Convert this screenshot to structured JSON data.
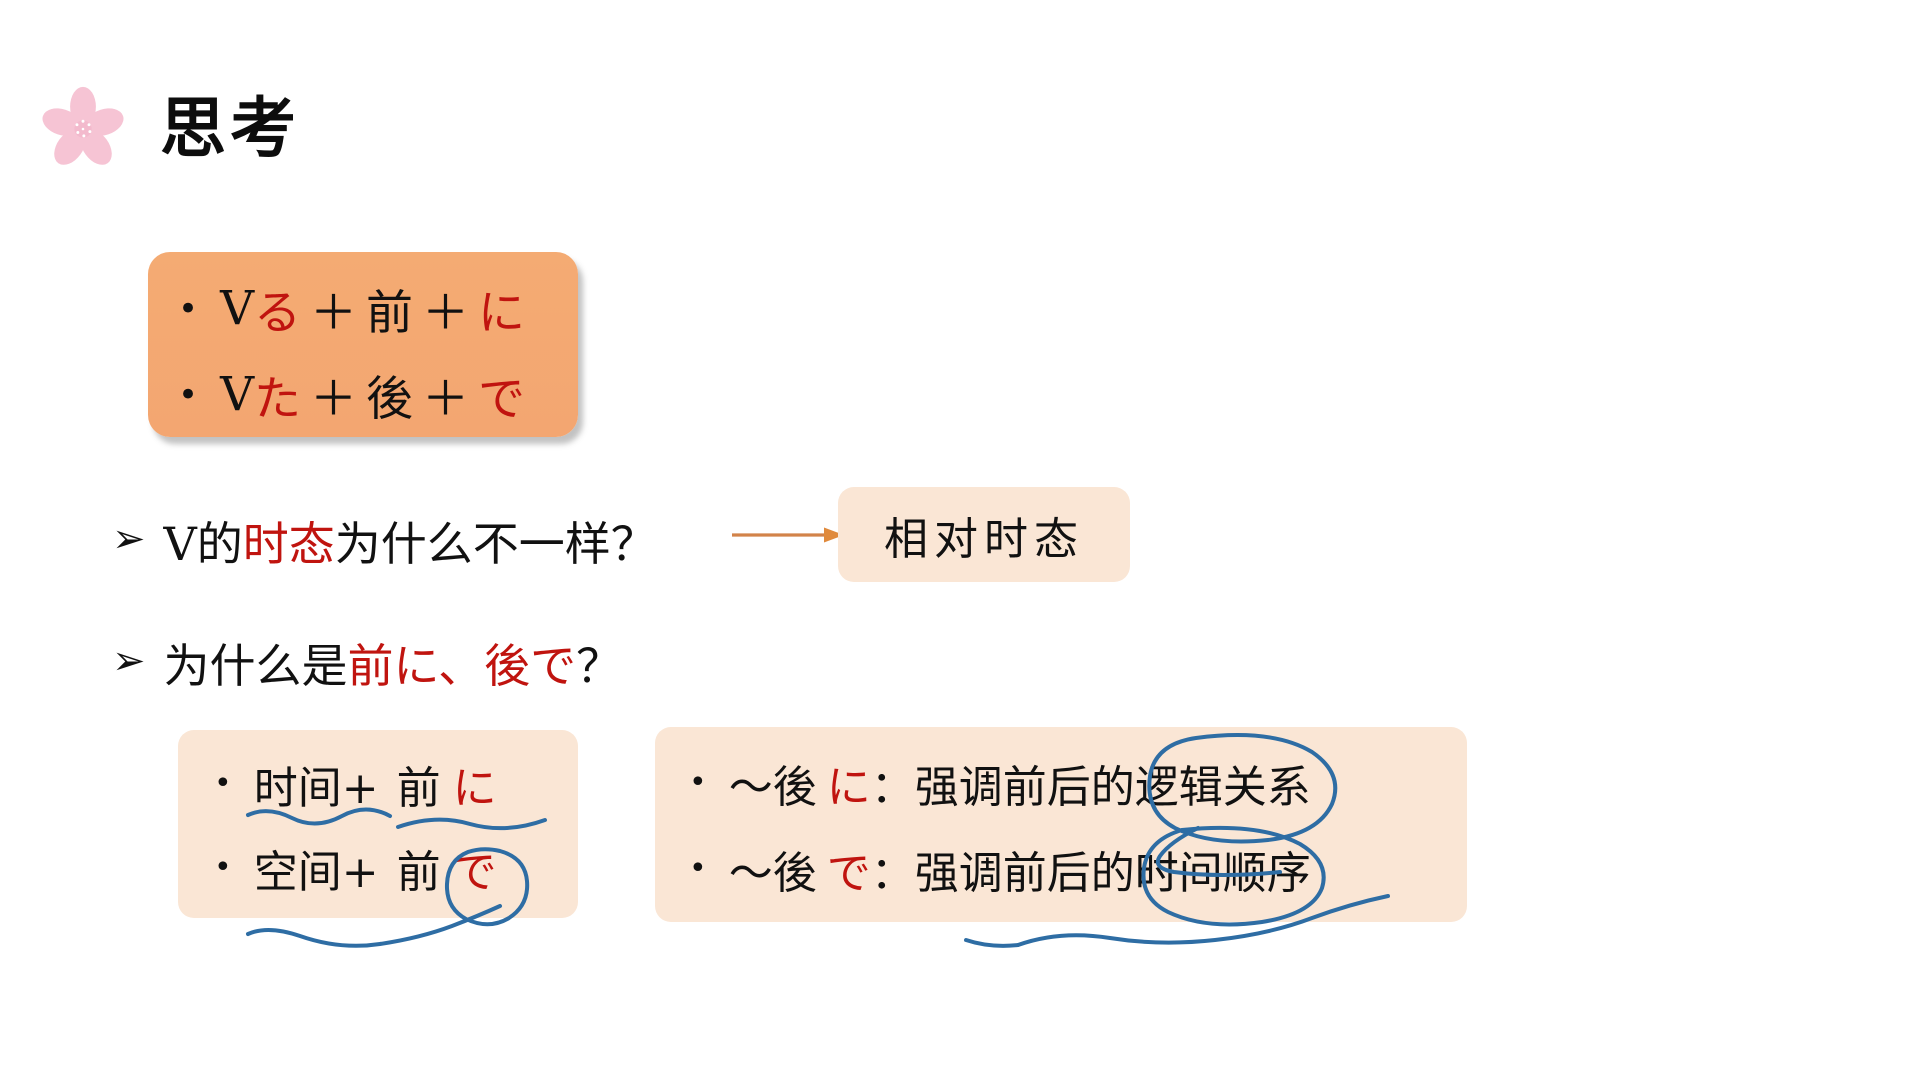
{
  "slide": {
    "title": "思考",
    "title_icon": "sakura-flower-icon",
    "background_color": "#ffffff"
  },
  "colors": {
    "accent_orange": "#f3a671",
    "peach": "#fae6d5",
    "red_highlight": "#c0140f",
    "ink_blue": "#2e6da4",
    "arrow_orange": "#d2834a",
    "sakura_pink": "#f6c4d4",
    "text_black": "#111111"
  },
  "pattern_box": {
    "bullets": [
      {
        "bullet": "•",
        "segments": [
          {
            "text": "V",
            "color": "black"
          },
          {
            "text": "る",
            "color": "red"
          },
          {
            "text": "＋",
            "color": "black"
          },
          {
            "text": "前",
            "color": "black"
          },
          {
            "text": "＋",
            "color": "black"
          },
          {
            "text": "に",
            "color": "red"
          }
        ],
        "plain": "V る ＋ 前 ＋ に"
      },
      {
        "bullet": "•",
        "segments": [
          {
            "text": "V",
            "color": "black"
          },
          {
            "text": "た",
            "color": "red"
          },
          {
            "text": "＋",
            "color": "black"
          },
          {
            "text": "後",
            "color": "black"
          },
          {
            "text": "＋",
            "color": "black"
          },
          {
            "text": "で",
            "color": "red"
          }
        ],
        "plain": "V た ＋ 後 ＋ で"
      }
    ]
  },
  "questions": [
    {
      "marker": "➢",
      "parts": [
        {
          "text": "V的",
          "color": "black"
        },
        {
          "text": "时态",
          "color": "red"
        },
        {
          "text": "为什么不一样？",
          "color": "black"
        }
      ],
      "plain": "V的时态为什么不一样？",
      "answer_box": "相对时态",
      "connector": "arrow-right"
    },
    {
      "marker": "➢",
      "parts": [
        {
          "text": "为什么是",
          "color": "black"
        },
        {
          "text": "前に、後で",
          "color": "red"
        },
        {
          "text": "？",
          "color": "black"
        }
      ],
      "plain": "为什么是前に、後で？"
    }
  ],
  "left_detail_box": {
    "bullets": [
      {
        "bullet": "•",
        "segments": [
          {
            "text": "时间+",
            "color": "black"
          },
          {
            "text": "前",
            "color": "black"
          },
          {
            "text": "に",
            "color": "red"
          }
        ],
        "plain": "时间+ 前 に",
        "annotations": [
          "underline-shijian",
          "underline-maeni"
        ]
      },
      {
        "bullet": "•",
        "segments": [
          {
            "text": "空间+",
            "color": "black"
          },
          {
            "text": "前",
            "color": "black"
          },
          {
            "text": "で",
            "color": "red"
          }
        ],
        "plain": "空间+ 前 で",
        "annotations": [
          "circle-de",
          "underline-kongjian"
        ]
      }
    ]
  },
  "right_detail_box": {
    "bullets": [
      {
        "bullet": "•",
        "segments": [
          {
            "text": "〜後",
            "color": "black"
          },
          {
            "text": "に",
            "color": "red"
          },
          {
            "text": "：强调前后的",
            "color": "black"
          },
          {
            "text": "逻辑关系",
            "color": "black"
          }
        ],
        "plain": "〜後 に：强调前后的逻辑关系",
        "annotations": [
          "circle-luoji-guanxi"
        ]
      },
      {
        "bullet": "•",
        "segments": [
          {
            "text": "〜後",
            "color": "black"
          },
          {
            "text": "で",
            "color": "red"
          },
          {
            "text": "：强调前后的",
            "color": "black"
          },
          {
            "text": "时间顺序",
            "color": "black"
          }
        ],
        "plain": "〜後 で：强调前后的时间顺序",
        "annotations": [
          "circle-shijian-shunxu",
          "underline-bottom"
        ]
      }
    ]
  }
}
